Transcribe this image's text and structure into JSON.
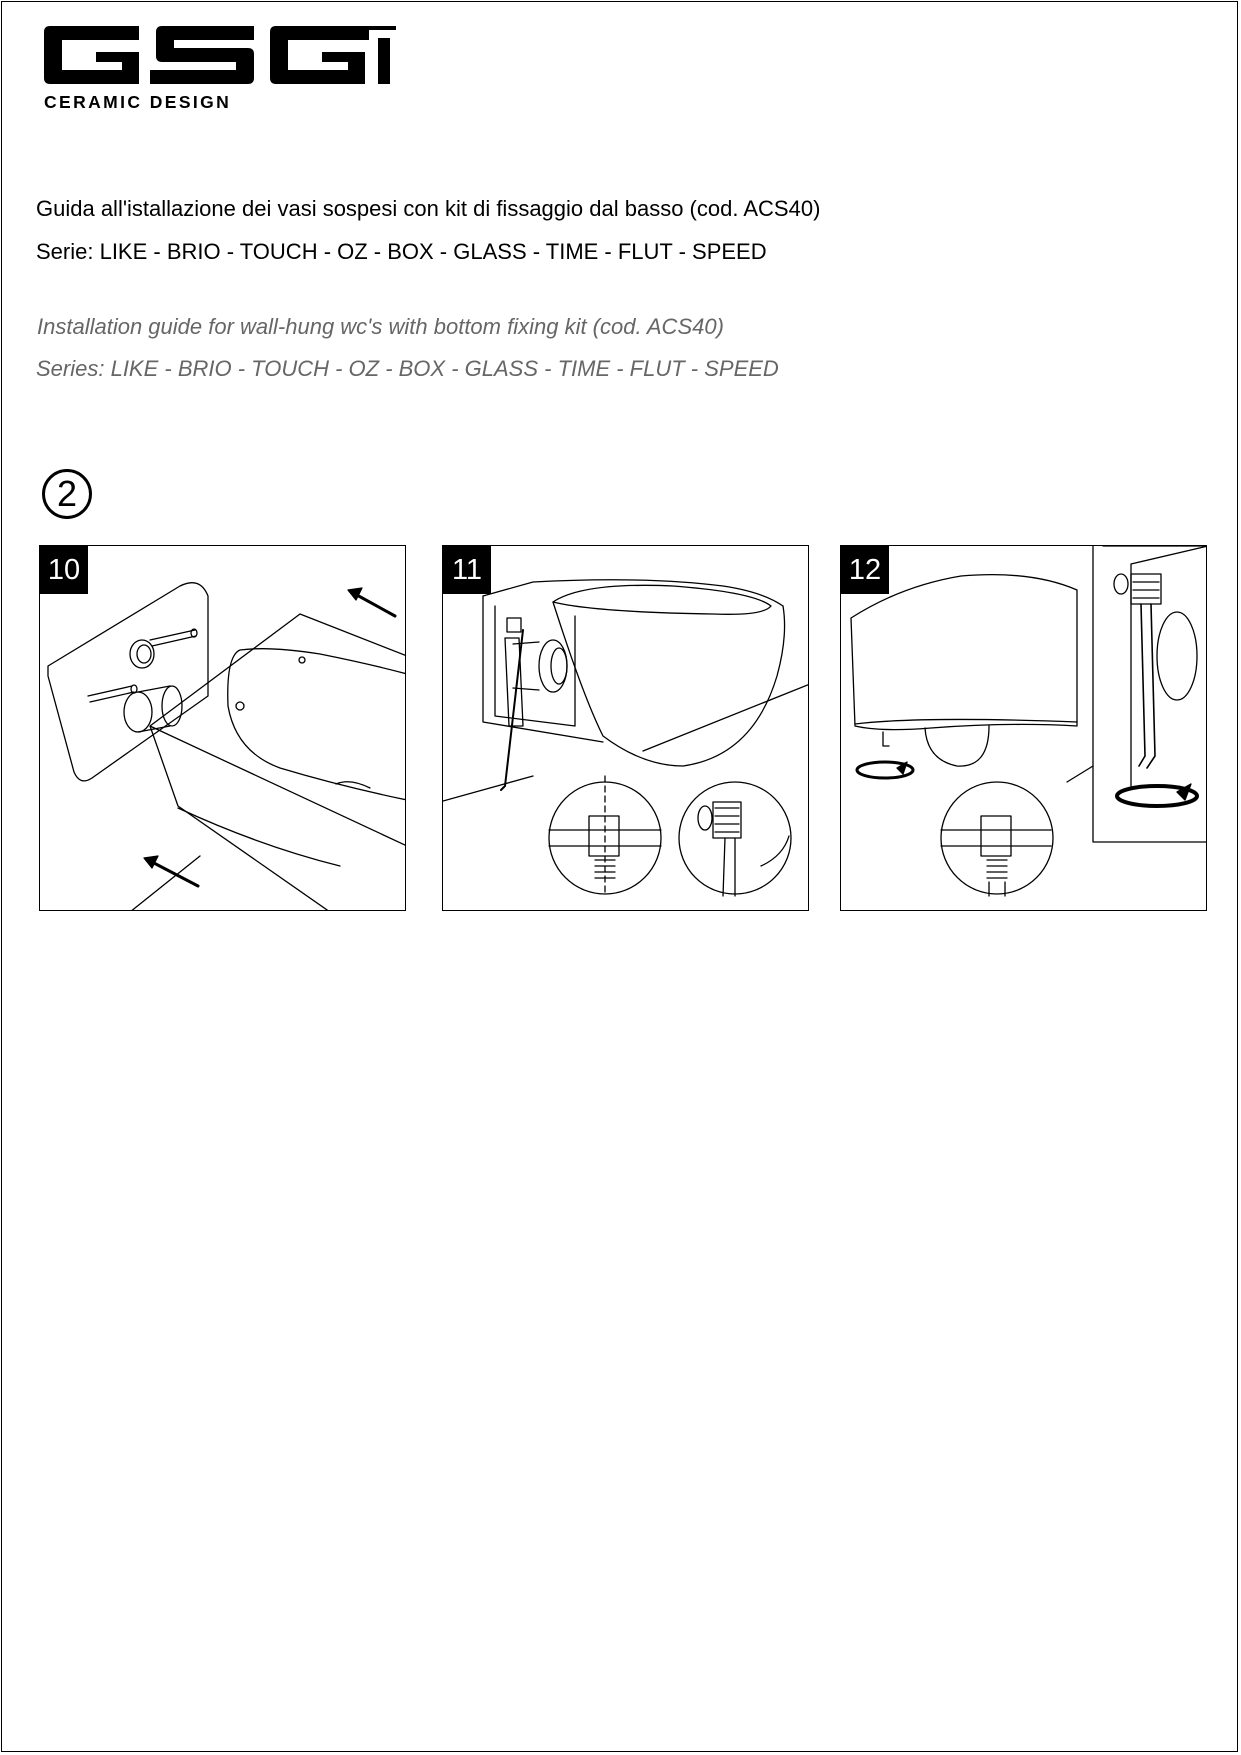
{
  "brand": {
    "logo_text": "GSG",
    "tagline": "CERAMIC DESIGN"
  },
  "header": {
    "italian_title": "Guida all'istallazione dei vasi  sospesi con kit di fissaggio dal basso (cod. ACS40)",
    "italian_series": "Serie: LIKE - BRIO - TOUCH - OZ - BOX - GLASS - TIME - FLUT - SPEED",
    "english_title": "Installation guide for wall-hung wc's with bottom fixing kit (cod. ACS40)",
    "english_series": "Series: LIKE - BRIO - TOUCH - OZ - BOX - GLASS - TIME - FLUT - SPEED"
  },
  "section": {
    "step_number": "2"
  },
  "panels": [
    {
      "number": "10"
    },
    {
      "number": "11"
    },
    {
      "number": "12"
    }
  ]
}
